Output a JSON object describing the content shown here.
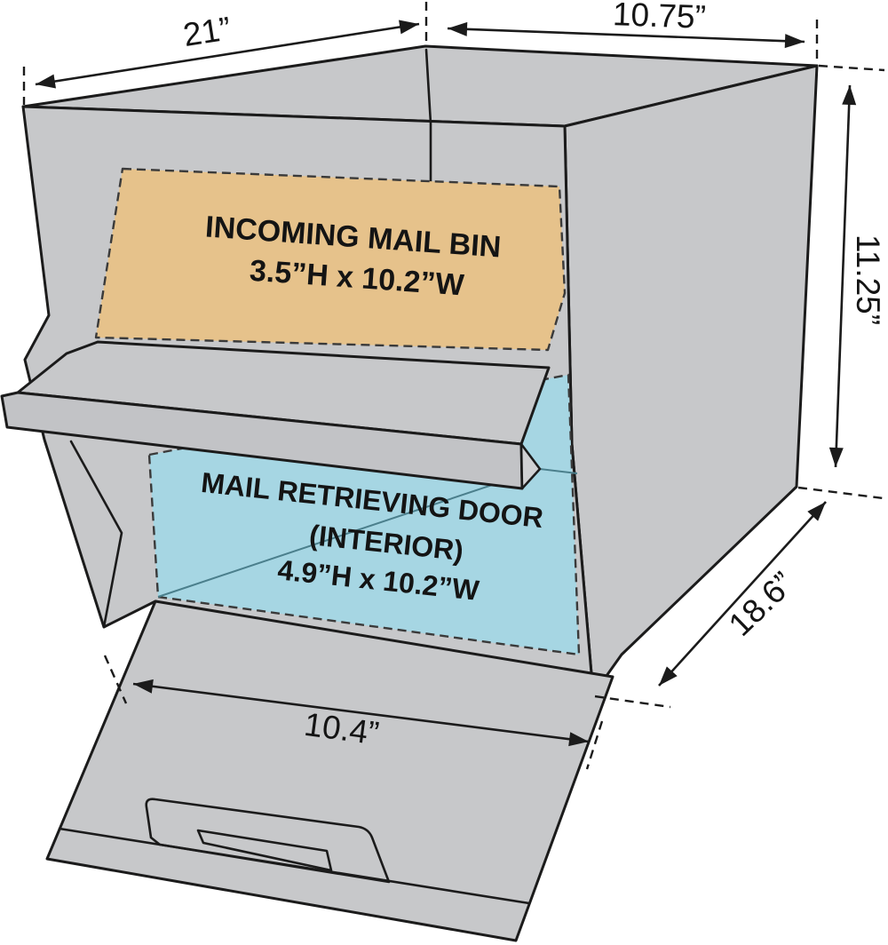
{
  "colors": {
    "background": "#ffffff",
    "box_gray": "#c7c8ca",
    "box_gray_dark": "#c2c3c6",
    "box_gray_light": "#d0d1d3",
    "bin_tan": "#e6c28b",
    "door_blue": "#a6d6e3",
    "line": "#1b1b1b",
    "dash": "#3a3a3a",
    "interior_line": "#4b7f8c"
  },
  "dimensions": {
    "width_top": {
      "label": "21”"
    },
    "depth_top": {
      "label": "10.75”"
    },
    "height_right": {
      "label": "11.25”"
    },
    "depth_lower_right": {
      "label": "18.6”"
    },
    "door_width": {
      "label": "10.4”"
    }
  },
  "regions": {
    "incoming_bin": {
      "line1": "INCOMING MAIL BIN",
      "line2": "3.5”H x 10.2”W"
    },
    "retrieving_door": {
      "line1": "MAIL RETRIEVING DOOR",
      "line2": "(INTERIOR)",
      "line3": "4.9”H x 10.2”W"
    }
  }
}
